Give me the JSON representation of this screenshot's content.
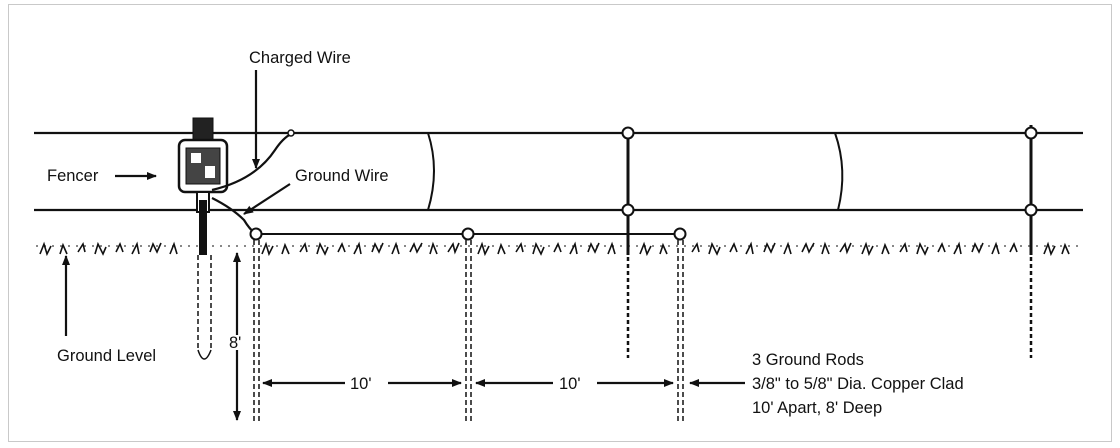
{
  "labels": {
    "charged_wire": "Charged Wire",
    "ground_wire": "Ground Wire",
    "fencer": "Fencer",
    "ground_level": "Ground Level",
    "depth": "8'",
    "spacing_1": "10'",
    "spacing_2": "10'",
    "rods_line1": "3 Ground Rods",
    "rods_line2": "3/8\" to 5/8\" Dia. Copper Clad",
    "rods_line3": "10' Apart, 8' Deep"
  },
  "colors": {
    "ink": "#111111",
    "frame": "#c9c9c9"
  }
}
